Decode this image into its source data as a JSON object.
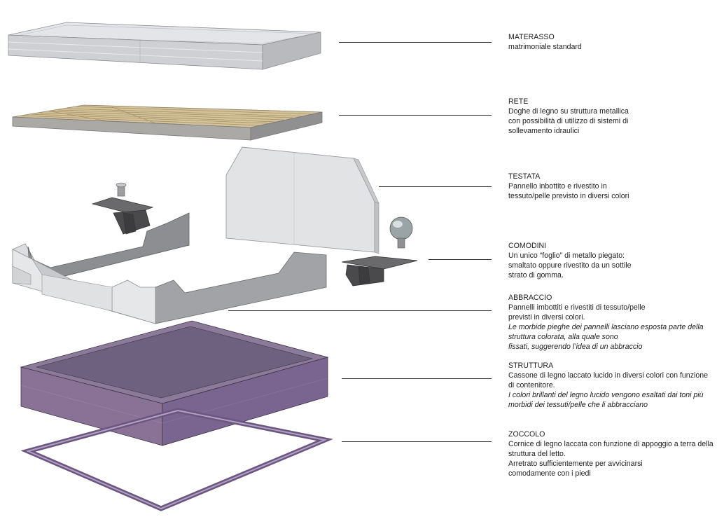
{
  "components": [
    {
      "id": "materasso",
      "title": "MATERASSO",
      "desc": "matrimoniale standard",
      "note": ""
    },
    {
      "id": "rete",
      "title": "RETE",
      "desc": "Doghe di legno su struttura metallica\ncon possibilità di utilizzo di sistemi di\nsollevamento idraulici",
      "note": ""
    },
    {
      "id": "testata",
      "title": "TESTATA",
      "desc": "Pannello inbottito e rivestito in\ntessuto/pelle previsto in diversi colori",
      "note": ""
    },
    {
      "id": "comodini",
      "title": "COMODINI",
      "desc": "Un unico “foglio” di metallo piegato:\nsmaltato oppure rivestito da un sottile\nstrato di gomma.",
      "note": ""
    },
    {
      "id": "abbraccio",
      "title": "ABBRACCIO",
      "desc": "Pannelli imbottiti e rivestiti di tessuto/pelle\nprevisti in diversi colori.",
      "note": "Le morbide pieghe dei pannelli lasciano esposta parte della\nstruttura colorata, alla quale sono\nfissati, suggerendo l’idea di un abbraccio"
    },
    {
      "id": "struttura",
      "title": "STRUTTURA",
      "desc": "Cassone di legno laccato lucido in diversi colori con funzione\ndi contenitore.",
      "note": "I colori brillanti del legno lucido vengono esaltati dai toni più\nmorbidi dei tessuti/pelle che li abbracciano"
    },
    {
      "id": "zoccolo",
      "title": "ZOCCOLO",
      "desc": "Cornice di legno laccata con funzione di appoggio a terra della\nstruttura del letto.\nArretrato sufficientemente per avvicinarsi\ncomodamente con i piedi",
      "note": ""
    }
  ],
  "colors": {
    "structure_purple": "#7a6590",
    "mattress_grey": "#cfd0d3",
    "slat_wood": "#c9b78e",
    "panel_grey": "#e2e3e5",
    "metal_dark": "#4a4a4c"
  }
}
